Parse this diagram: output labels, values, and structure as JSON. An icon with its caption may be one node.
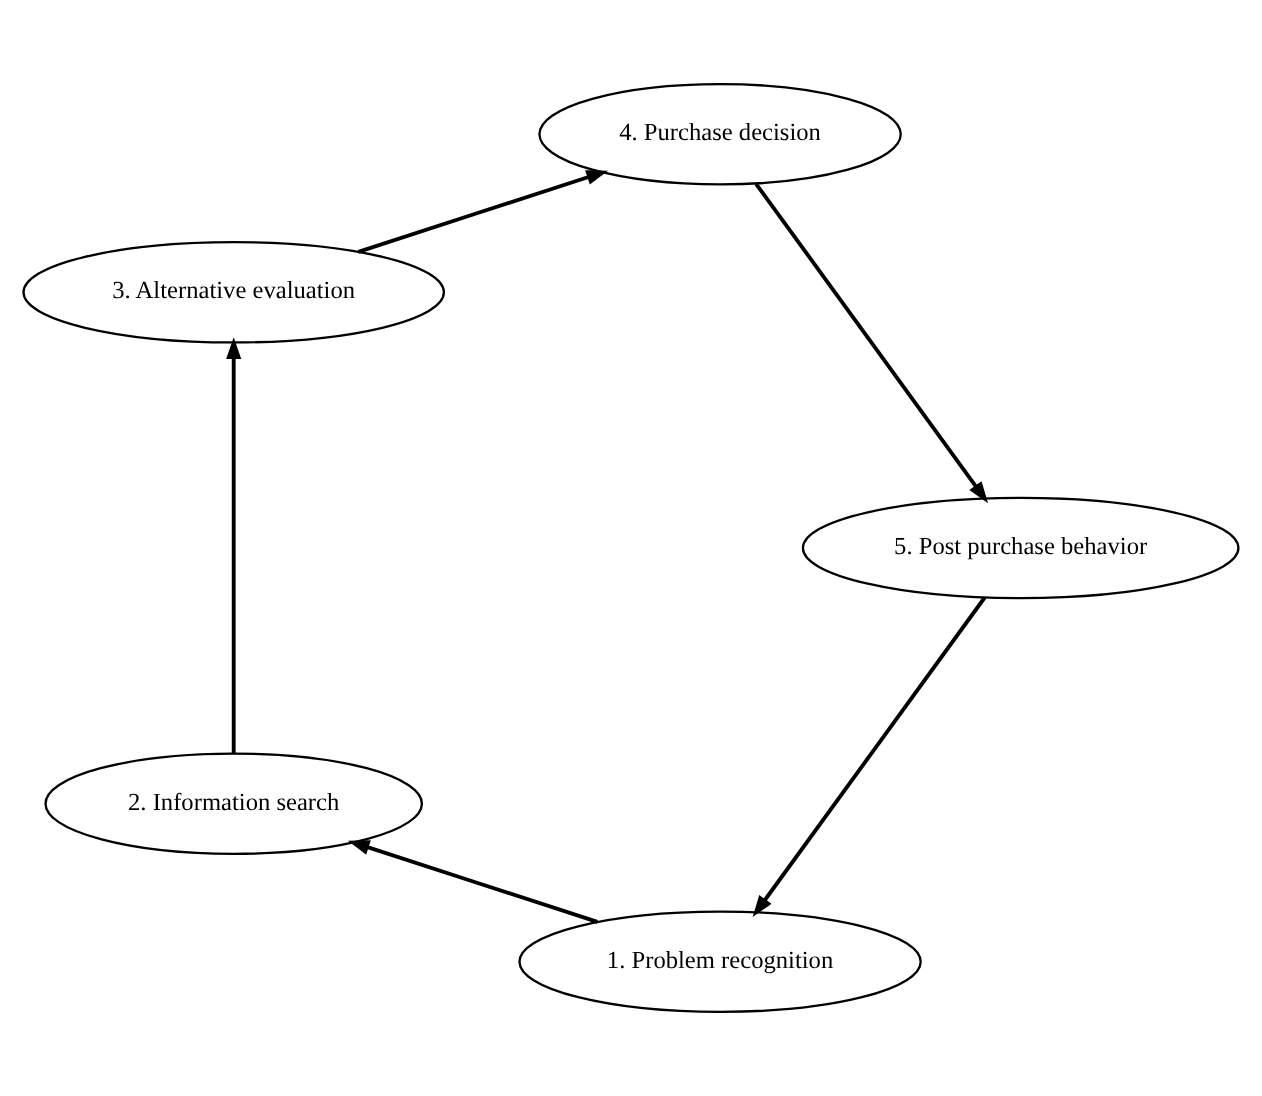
{
  "diagram": {
    "nodes": [
      {
        "text": [
          "1. Problem recognition"
        ]
      },
      {
        "text": [
          "2. Information search"
        ]
      },
      {
        "text": [
          "3. Alternative evaluation"
        ]
      },
      {
        "text": [
          "4. Purchase decision"
        ]
      },
      {
        "text": [
          "5. Post purchase behavior"
        ]
      }
    ],
    "edges": [
      {
        "from": 0,
        "to": 1,
        "arrow": "to"
      },
      {
        "from": 1,
        "to": 2,
        "arrow": "to"
      },
      {
        "from": 2,
        "to": 3,
        "arrow": "to"
      },
      {
        "from": 3,
        "to": 4,
        "arrow": "to"
      },
      {
        "from": 4,
        "to": 0,
        "arrow": "to"
      }
    ]
  }
}
